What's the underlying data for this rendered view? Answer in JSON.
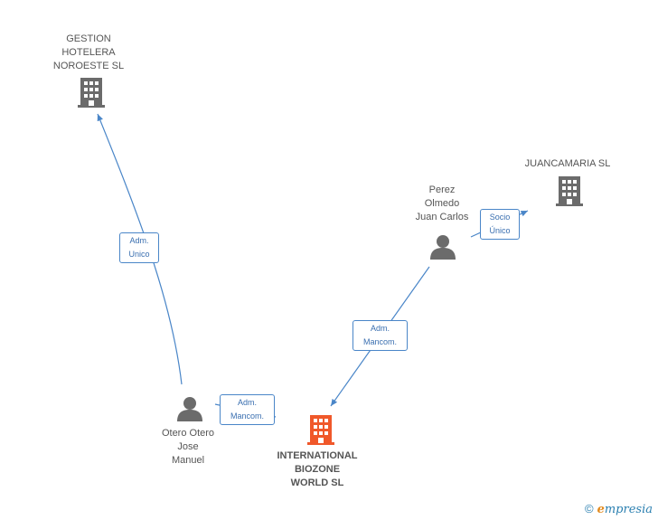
{
  "nodes": {
    "gestion": {
      "lines": [
        "GESTION",
        "HOTELERA",
        "NOROESTE SL"
      ],
      "type": "company"
    },
    "juancamaria": {
      "lines": [
        "JUANCAMARIA SL"
      ],
      "type": "company"
    },
    "perez": {
      "lines": [
        "Perez",
        "Olmedo",
        "Juan Carlos"
      ],
      "type": "person"
    },
    "otero": {
      "lines": [
        "Otero Otero",
        "Jose",
        "Manuel"
      ],
      "type": "person"
    },
    "international": {
      "lines": [
        "INTERNATIONAL",
        "BIOZONE",
        "WORLD SL"
      ],
      "type": "company-highlight"
    }
  },
  "edges": {
    "otero_gestion": {
      "lines": [
        "Adm.",
        "Unico"
      ]
    },
    "otero_international": {
      "lines": [
        "Adm.",
        "Mancom."
      ]
    },
    "perez_international": {
      "lines": [
        "Adm.",
        "Mancom."
      ]
    },
    "perez_juancamaria": {
      "lines": [
        "Socio",
        "Único"
      ]
    }
  },
  "colors": {
    "edge": "#4a86c8",
    "company_icon": "#6b6b6b",
    "highlight_icon": "#f0582a",
    "person_icon": "#6b6b6b"
  },
  "footer": {
    "copyright": "©",
    "brand_first": "e",
    "brand_rest": "mpresia"
  }
}
